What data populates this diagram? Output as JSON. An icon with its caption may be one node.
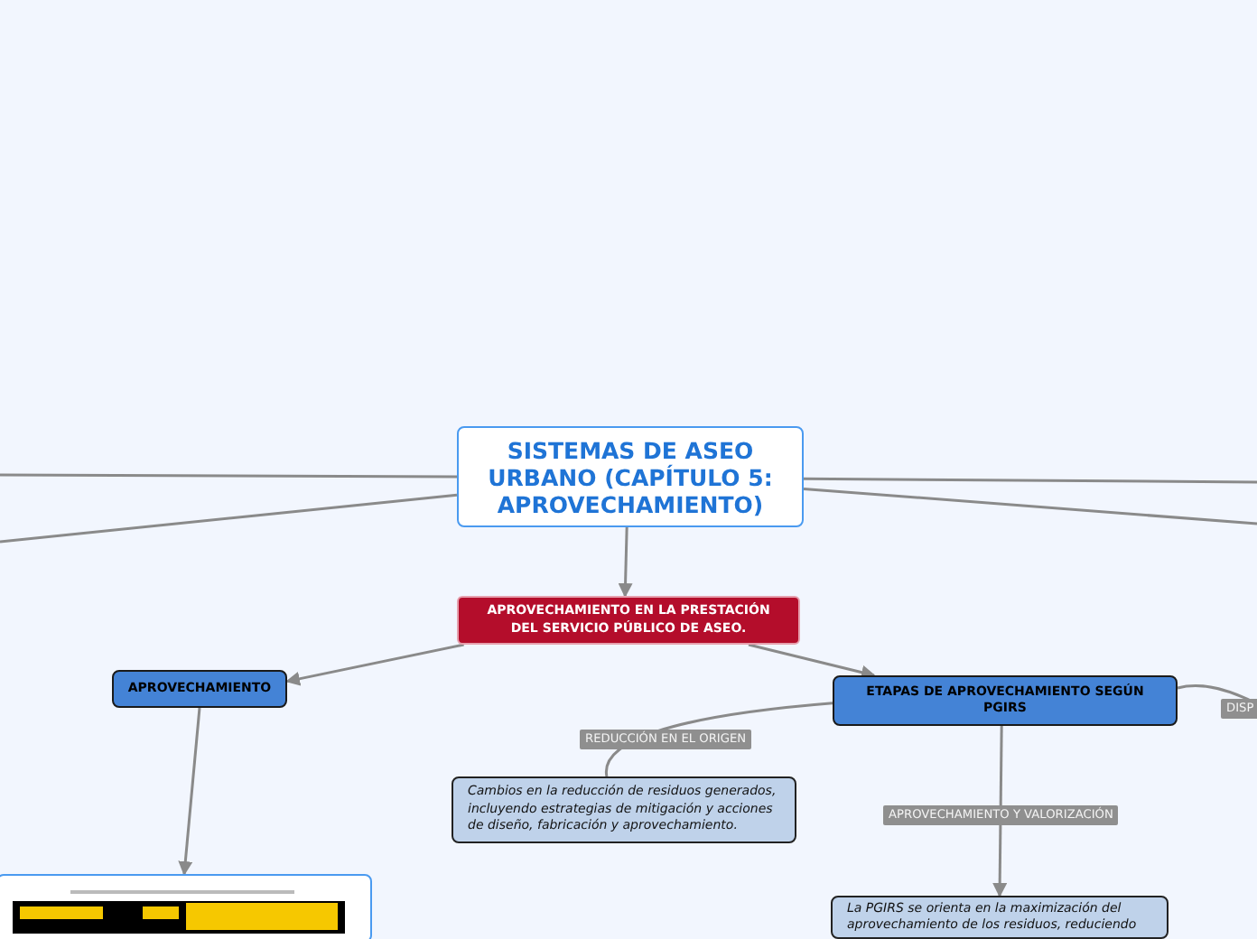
{
  "diagram": {
    "nodes": [
      {
        "text": [
          "SISTEMAS DE ASEO URBANO (CAPÍTULO 5: APROVECHAMIENTO)"
        ]
      },
      {
        "text": [
          "APROVECHAMIENTO EN LA PRESTACIÓN DEL SERVICIO PÚBLICO DE ASEO."
        ]
      },
      {
        "text": [
          "APROVECHAMIENTO"
        ]
      },
      {
        "text": [
          "ETAPAS DE APROVECHAMIENTO SEGÚN PGIRS"
        ]
      },
      {
        "text": [
          "Cambios en la reducción de residuos generados, incluyendo estrategias de mitigación y acciones de diseño, fabricación y aprovechamiento."
        ]
      },
      {
        "text": [
          "La PGIRS se orienta en la maximización del aprovechamiento de los residuos, reduciendo"
        ]
      },
      {
        "text": [],
        "shape": "picture"
      }
    ],
    "edges": [
      {
        "from": 0,
        "to": 1,
        "arrow": "to"
      },
      {
        "from": 1,
        "to": 2,
        "arrow": "to"
      },
      {
        "from": 1,
        "to": 3,
        "arrow": "to"
      },
      {
        "from": 3,
        "to": 4,
        "arrow": "none",
        "label": "REDUCCIÓN EN EL ORIGEN"
      },
      {
        "from": 3,
        "to": 5,
        "arrow": "to",
        "label": "APROVECHAMIENTO Y VALORIZACIÓN"
      },
      {
        "from": 2,
        "to": 6,
        "arrow": "to"
      },
      {
        "from": 0,
        "to": null,
        "arrow": "none"
      },
      {
        "from": 0,
        "to": null,
        "arrow": "none"
      },
      {
        "from": 0,
        "to": null,
        "arrow": "none"
      },
      {
        "from": 0,
        "to": null,
        "arrow": "none"
      },
      {
        "from": 3,
        "to": null,
        "arrow": "none",
        "label": "DISP"
      }
    ]
  }
}
